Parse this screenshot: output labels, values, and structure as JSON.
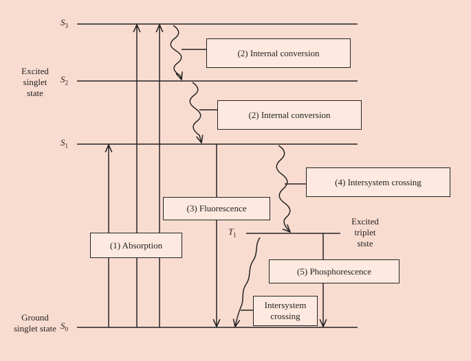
{
  "levels": {
    "s3": {
      "letter": "S",
      "sub": "3"
    },
    "s2": {
      "letter": "S",
      "sub": "2"
    },
    "s1": {
      "letter": "S",
      "sub": "1"
    },
    "t1": {
      "letter": "T",
      "sub": "1"
    },
    "s0": {
      "letter": "S",
      "sub": "0"
    }
  },
  "side_labels": {
    "excited_singlet": "Excited singlet state",
    "ground_singlet": "Ground singlet state",
    "excited_triplet": "Excited triplet stste"
  },
  "boxes": {
    "internal_conversion_1": "(2) Internal conversion",
    "internal_conversion_2": "(2) Internal conversion",
    "intersystem_crossing": "(4) Intersystem crossing",
    "fluorescence": "(3) Fluorescence",
    "absorption": "(1) Absorption",
    "phosphorescence": "(5) Phosphorescence",
    "intersystem_crossing_small": "Intersystem crossing"
  },
  "colors": {
    "background": "#f9dcd0",
    "box_fill": "#fde9df",
    "line": "#222222"
  }
}
